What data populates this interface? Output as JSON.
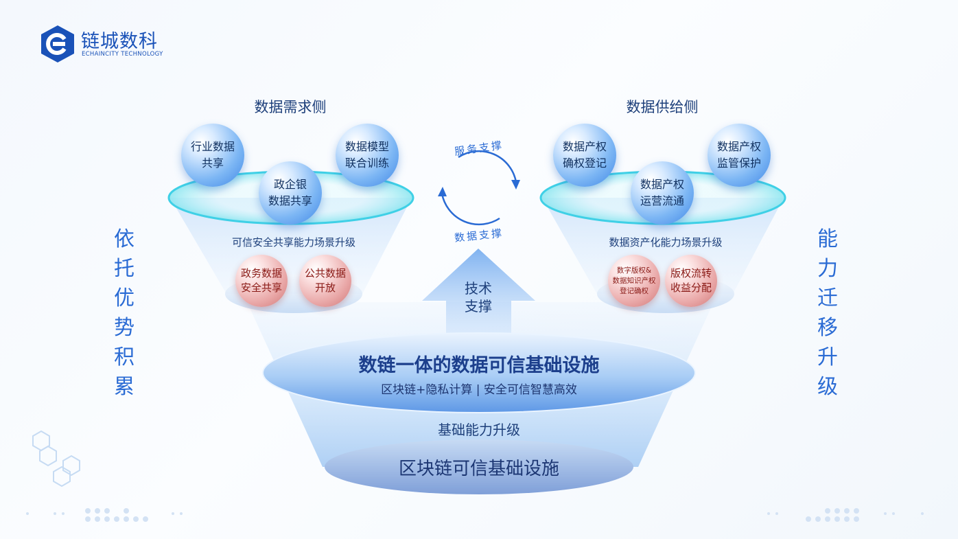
{
  "logo": {
    "name_cn": "链城数科",
    "name_en": "ECHAINCITY TECHNOLOGY",
    "icon": "hexagon-e-logo"
  },
  "left_vertical": [
    "依",
    "托",
    "优",
    "势",
    "积",
    "累"
  ],
  "right_vertical": [
    "能",
    "力",
    "迁",
    "移",
    "升",
    "级"
  ],
  "demand_side": {
    "title": "数据需求侧",
    "spheres": [
      {
        "line1": "行业数据",
        "line2": "共享"
      },
      {
        "line1": "数据模型",
        "line2": "联合训练"
      },
      {
        "line1": "政企银",
        "line2": "数据共享"
      }
    ],
    "scenario_label": "可信安全共享能力场景升级",
    "scenarios": [
      {
        "line1": "政务数据",
        "line2": "安全共享"
      },
      {
        "line1": "公共数据",
        "line2": "开放"
      }
    ]
  },
  "supply_side": {
    "title": "数据供给侧",
    "spheres": [
      {
        "line1": "数据产权",
        "line2": "确权登记"
      },
      {
        "line1": "数据产权",
        "line2": "监管保护"
      },
      {
        "line1": "数据产权",
        "line2": "运营流通"
      }
    ],
    "scenario_label": "数据资产化能力场景升级",
    "scenarios": [
      {
        "line1": "数字版权&",
        "line2": "数据知识产权",
        "line3": "登记确权"
      },
      {
        "line1": "版权流转",
        "line2": "收益分配"
      }
    ]
  },
  "cycle": {
    "top_label": "服务支撑",
    "bottom_label": "数据支撑"
  },
  "tech_support": {
    "line1": "技术",
    "line2": "支撑"
  },
  "core": {
    "title": "数链一体的数据可信基础设施",
    "subtitle": "区块链+隐私计算 | 安全可信智慧高效"
  },
  "base_upgrade_label": "基础能力升级",
  "base": {
    "title": "区块链可信基础设施"
  },
  "colors": {
    "primary_blue": "#2a6bd4",
    "dark_navy": "#1c3f8c",
    "red_text": "#8a1a16",
    "cyan_ring": "#3fd0e6"
  }
}
